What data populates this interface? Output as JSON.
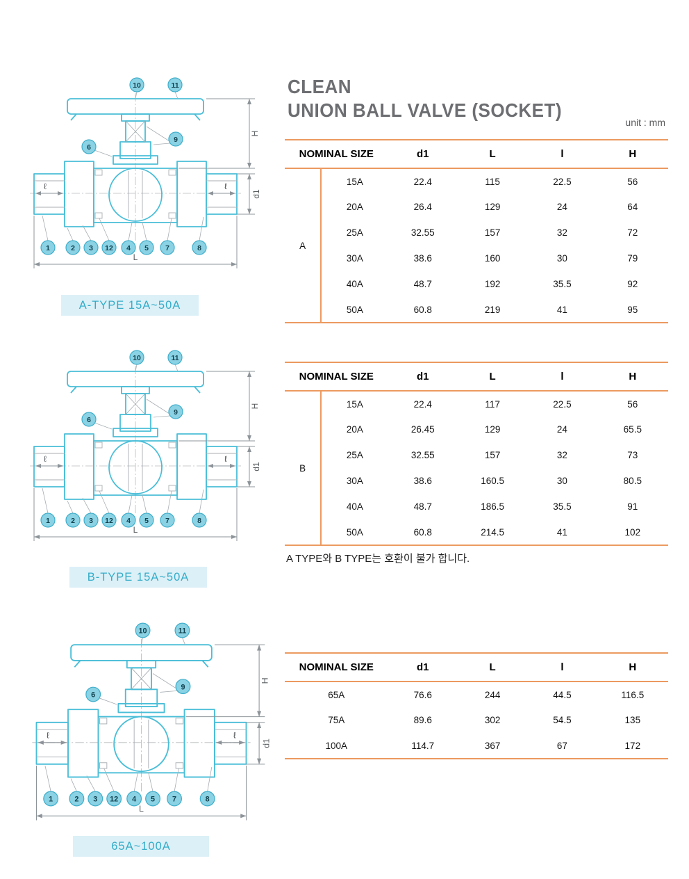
{
  "page": {
    "title_line1": "CLEAN",
    "title_line2": "UNION BALL VALVE (SOCKET)",
    "unit": "unit : mm",
    "note": "A TYPE와 B TYPE는 호환이 불가 합니다."
  },
  "diagram": {
    "callouts_bottom": [
      "1",
      "2",
      "3",
      "12",
      "4",
      "5",
      "7",
      "8"
    ],
    "callout_six": "6",
    "callout_nine": "9",
    "callout_ten": "10",
    "callout_eleven": "11",
    "dim_H": "H",
    "dim_d1": "d1",
    "dim_l": "ℓ",
    "dim_L": "L"
  },
  "diagram_labels": [
    "A-TYPE 15A~50A",
    "B-TYPE 15A~50A",
    "65A~100A"
  ],
  "tables": [
    {
      "group": "A",
      "headers": [
        "NOMINAL SIZE",
        "d1",
        "L",
        "l",
        "H"
      ],
      "rows": [
        [
          "15A",
          "22.4",
          "115",
          "22.5",
          "56"
        ],
        [
          "20A",
          "26.4",
          "129",
          "24",
          "64"
        ],
        [
          "25A",
          "32.55",
          "157",
          "32",
          "72"
        ],
        [
          "30A",
          "38.6",
          "160",
          "30",
          "79"
        ],
        [
          "40A",
          "48.7",
          "192",
          "35.5",
          "92"
        ],
        [
          "50A",
          "60.8",
          "219",
          "41",
          "95"
        ]
      ]
    },
    {
      "group": "B",
      "headers": [
        "NOMINAL SIZE",
        "d1",
        "L",
        "l",
        "H"
      ],
      "rows": [
        [
          "15A",
          "22.4",
          "117",
          "22.5",
          "56"
        ],
        [
          "20A",
          "26.45",
          "129",
          "24",
          "65.5"
        ],
        [
          "25A",
          "32.55",
          "157",
          "32",
          "73"
        ],
        [
          "30A",
          "38.6",
          "160.5",
          "30",
          "80.5"
        ],
        [
          "40A",
          "48.7",
          "186.5",
          "35.5",
          "91"
        ],
        [
          "50A",
          "60.8",
          "214.5",
          "41",
          "102"
        ]
      ]
    },
    {
      "group": "",
      "headers": [
        "NOMINAL SIZE",
        "d1",
        "L",
        "l",
        "H"
      ],
      "rows": [
        [
          "65A",
          "76.6",
          "244",
          "44.5",
          "116.5"
        ],
        [
          "75A",
          "89.6",
          "302",
          "54.5",
          "135"
        ],
        [
          "100A",
          "114.7",
          "367",
          "67",
          "172"
        ]
      ]
    }
  ]
}
